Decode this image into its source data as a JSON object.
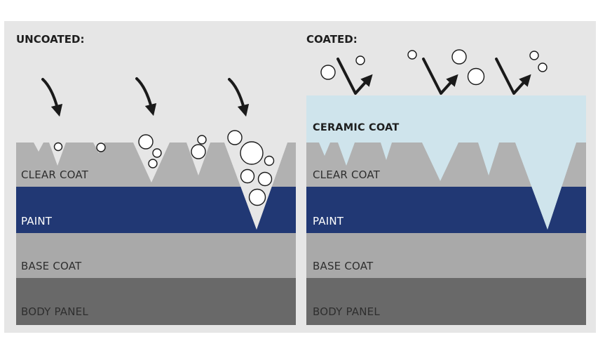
{
  "uncoated": {
    "title": "UNCOATED:",
    "layers": {
      "clear_coat": "CLEAR COAT",
      "paint": "PAINT",
      "base_coat": "BASE COAT",
      "body_panel": "BODY PANEL"
    }
  },
  "coated": {
    "title": "COATED:",
    "ceramic_coat": "CERAMIC COAT",
    "layers": {
      "clear_coat": "CLEAR COAT",
      "paint": "PAINT",
      "base_coat": "BASE COAT",
      "body_panel": "BODY PANEL"
    }
  },
  "colors": {
    "background": "#e6e6e6",
    "clear_coat": "#b1b1b1",
    "paint": "#213874",
    "base_coat": "#a9a9a9",
    "body_panel": "#696969",
    "ceramic_coat": "#cfe4ec",
    "label_dark": "#2e2e2e",
    "label_light": "#ffffff"
  }
}
